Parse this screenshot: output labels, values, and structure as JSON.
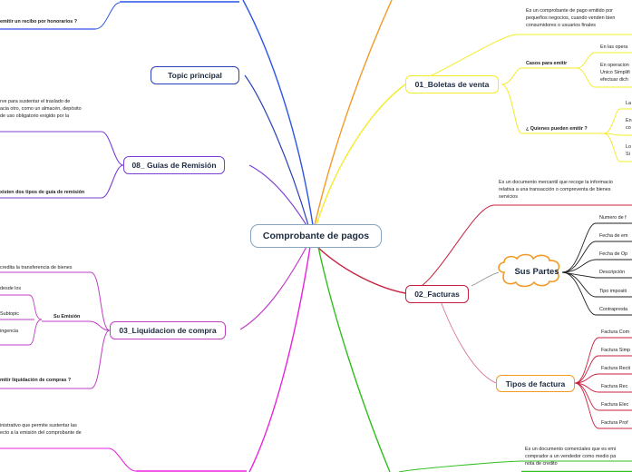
{
  "root": {
    "label": "Comprobante de pagos"
  },
  "branches": {
    "boletas": {
      "label": "01_Boletas de venta",
      "desc": [
        "Es un comprobante de pago emitido por",
        "pequeños negocios, cuando venden bien",
        "consumidores o usuarios finales"
      ],
      "casos_label": "Casos para emitir",
      "casos": [
        "En  las opera",
        "En operacion",
        "Unico Simplifi",
        "efectuar dich"
      ],
      "quienes_label": "¿ Quienes pueden emitir ?",
      "quienes": [
        "La",
        "En",
        "co",
        "Lo",
        "Si"
      ]
    },
    "facturas": {
      "label": "02_Facturas",
      "desc": [
        "Es un documento mercantil que recoge la informacio",
        "relativa  a una transacción o compreventa de bienes",
        "servicios"
      ],
      "partes_label": "Sus Partes",
      "partes": [
        "Numero de f",
        "Fecha de em",
        "Fecha de Op",
        "Descripción",
        "Tipo impositi",
        "Contrapresta"
      ],
      "tipos_label": "Tipos de factura",
      "tipos": [
        "Factura Com",
        "Factura Simp",
        "Factura Recti",
        "Factura Rec",
        "Factura Elec",
        "Factura Prof"
      ]
    },
    "notas": {
      "desc": [
        "Es un documento comerciales  que es emi",
        "comprador a un vendedor como medio pa",
        "nota de credito"
      ]
    },
    "topic": {
      "label": "Topic principal"
    },
    "guias": {
      "label": "08_ Guías de Remisión",
      "desc": [
        "rve para sustentar el traslado de",
        "acia otro, como un almacén, depósito",
        "de uso obligatorio exigido por la"
      ],
      "tipos": "xisten dos tipos de guía de remisión"
    },
    "recibo": {
      "question": "emitir un recibo por honorarios ?"
    },
    "liquidacion": {
      "label": "03_Liquidacion de compra",
      "items": [
        "credita la transferencia de bienes",
        "desde los",
        "Subtopic",
        "ingencia"
      ],
      "emision_label": "Su Emisión",
      "question": "mitir liquidación de compras ?"
    },
    "otro": {
      "desc": [
        "inistrativo que permite sustentar las",
        "ecto a la emisión del comprobante de"
      ]
    }
  }
}
